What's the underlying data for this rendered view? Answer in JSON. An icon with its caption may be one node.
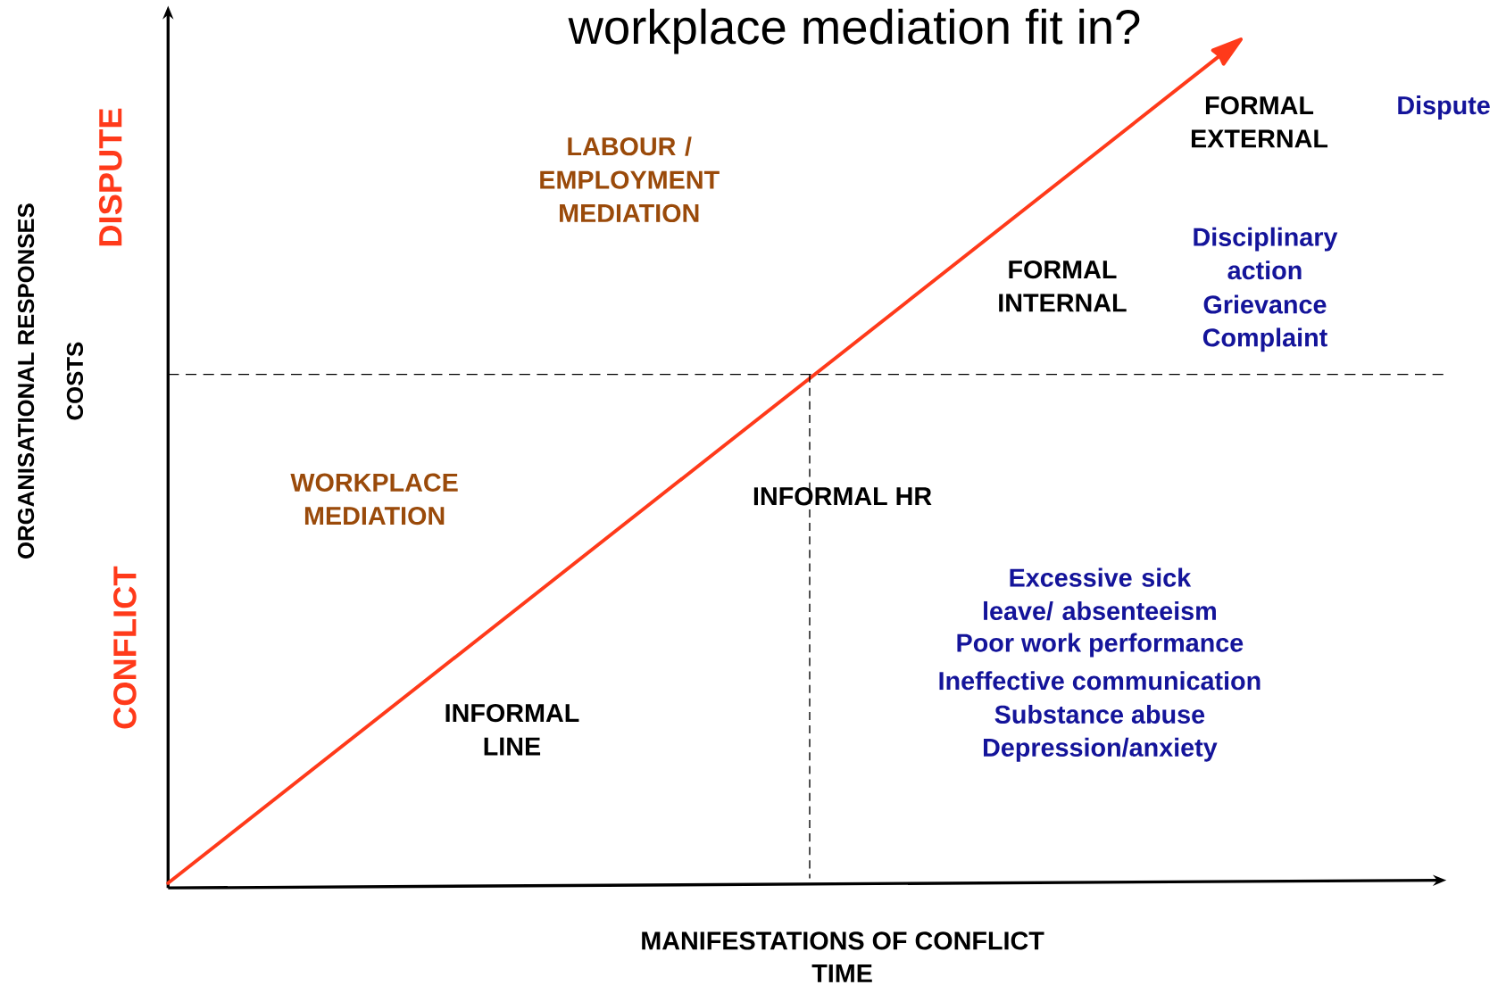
{
  "diagram": {
    "title": "workplace mediation fit in?",
    "labels": [
      "DISPUTE",
      "CONFLICT",
      "ORGANISATIONAL RESPONSES",
      "COSTS",
      "LABOUR / EMPLOYMENT MEDIATION",
      "FORMAL EXTERNAL",
      "Dispute",
      "FORMAL INTERNAL",
      "Disciplinary action",
      "Grievance",
      "Complaint",
      "WORKPLACE MEDIATION",
      "INFORMAL HR",
      "Excessive sick leave/ absenteeism",
      "Poor work performance",
      "Ineffective communication",
      "Substance abuse",
      "Depression/anxiety",
      "INFORMAL LINE",
      "MANIFESTATIONS OF CONFLICT",
      "TIME"
    ]
  }
}
